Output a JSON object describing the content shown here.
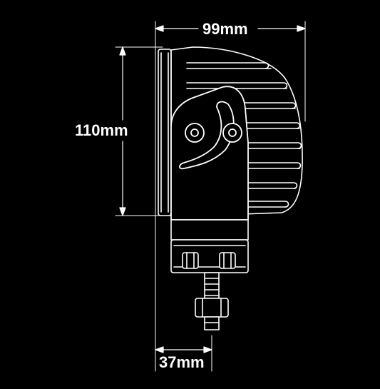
{
  "dimensions": {
    "width": "99mm",
    "height": "110mm",
    "base": "37mm"
  },
  "colors": {
    "background": "#000000",
    "line": "#ffffff"
  }
}
